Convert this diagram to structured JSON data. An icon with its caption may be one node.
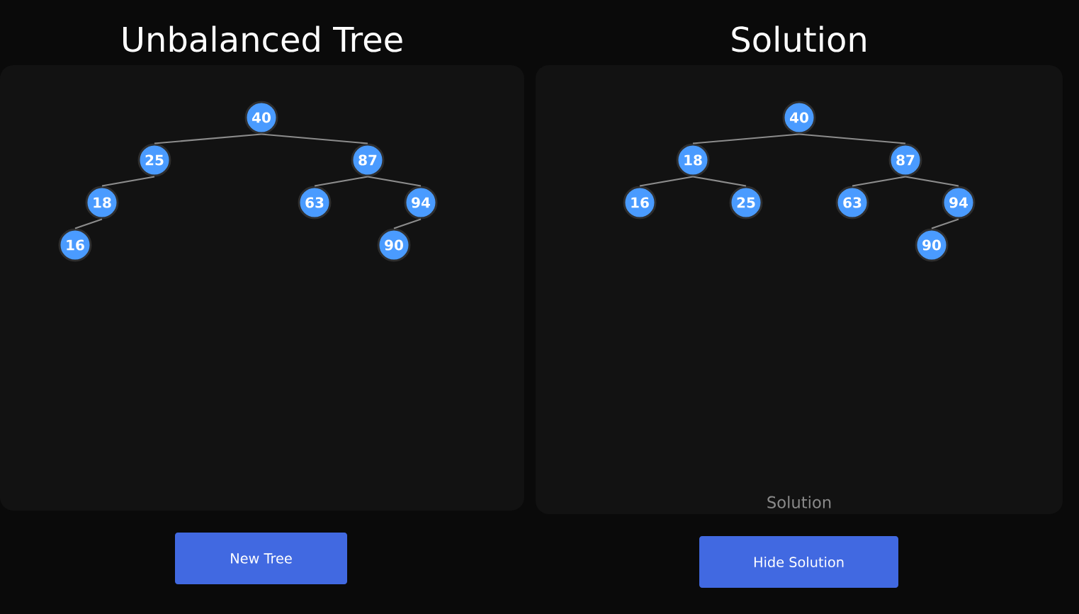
{
  "diagram": {
    "nodes": [
      {
        "text": [
          "Unbalanced Tree"
        ]
      },
      {
        "text": [
          "40"
        ],
        "in": 0
      },
      {
        "text": [
          "25"
        ],
        "in": 0
      },
      {
        "text": [
          "87"
        ],
        "in": 0
      },
      {
        "text": [
          "18"
        ],
        "in": 0
      },
      {
        "text": [
          "63"
        ],
        "in": 0
      },
      {
        "text": [
          "94"
        ],
        "in": 0
      },
      {
        "text": [
          "16"
        ],
        "in": 0
      },
      {
        "text": [
          "90"
        ],
        "in": 0
      },
      {
        "text": [
          "Solution",
          "Solution"
        ]
      },
      {
        "text": [
          "40"
        ],
        "in": 9
      },
      {
        "text": [
          "18"
        ],
        "in": 9
      },
      {
        "text": [
          "87"
        ],
        "in": 9
      },
      {
        "text": [
          "16"
        ],
        "in": 9
      },
      {
        "text": [
          "25"
        ],
        "in": 9
      },
      {
        "text": [
          "63"
        ],
        "in": 9
      },
      {
        "text": [
          "94"
        ],
        "in": 9
      },
      {
        "text": [
          "90"
        ],
        "in": 9
      },
      {
        "text": [
          "New Tree"
        ]
      },
      {
        "text": [
          "Hide Solution"
        ]
      }
    ],
    "edges": [
      {
        "from": 1,
        "to": 2,
        "arrow": "none"
      },
      {
        "from": 1,
        "to": 3,
        "arrow": "none"
      },
      {
        "from": 2,
        "to": 4,
        "arrow": "none"
      },
      {
        "from": 3,
        "to": 5,
        "arrow": "none"
      },
      {
        "from": 3,
        "to": 6,
        "arrow": "none"
      },
      {
        "from": 4,
        "to": 7,
        "arrow": "none"
      },
      {
        "from": 6,
        "to": 8,
        "arrow": "none"
      },
      {
        "from": 10,
        "to": 11,
        "arrow": "none"
      },
      {
        "from": 10,
        "to": 12,
        "arrow": "none"
      },
      {
        "from": 11,
        "to": 13,
        "arrow": "none"
      },
      {
        "from": 11,
        "to": 14,
        "arrow": "none"
      },
      {
        "from": 12,
        "to": 15,
        "arrow": "none"
      },
      {
        "from": 12,
        "to": 16,
        "arrow": "none"
      },
      {
        "from": 16,
        "to": 17,
        "arrow": "none"
      }
    ]
  }
}
